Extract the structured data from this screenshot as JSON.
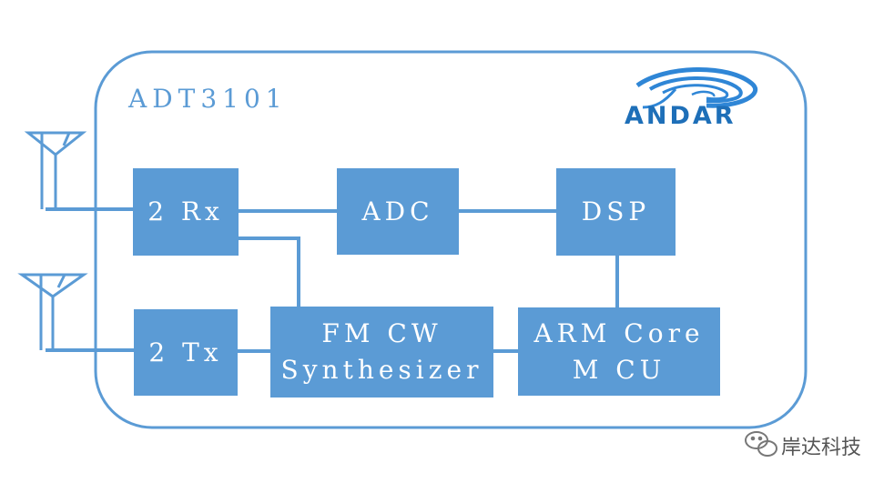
{
  "chip": {
    "label": "ADT3101"
  },
  "logo": {
    "text": "ANDAR"
  },
  "blocks": {
    "rx": {
      "label": "2 Rx"
    },
    "adc": {
      "label": "ADC"
    },
    "dsp": {
      "label": "DSP"
    },
    "tx": {
      "label": "2 Tx"
    },
    "synth": {
      "line1": "FM CW",
      "line2": "Synthesizer"
    },
    "arm": {
      "line1": "ARM Core",
      "line2": "M CU"
    }
  },
  "watermark": {
    "text": "岸达科技",
    "icon": "wechat-icon"
  },
  "colors": {
    "block_fill": "#5b9bd5",
    "outline": "#5b9bd5",
    "block_text": "#ffffff",
    "logo_dark": "#1e6fb8",
    "logo_swirl": "#2f86d6"
  }
}
